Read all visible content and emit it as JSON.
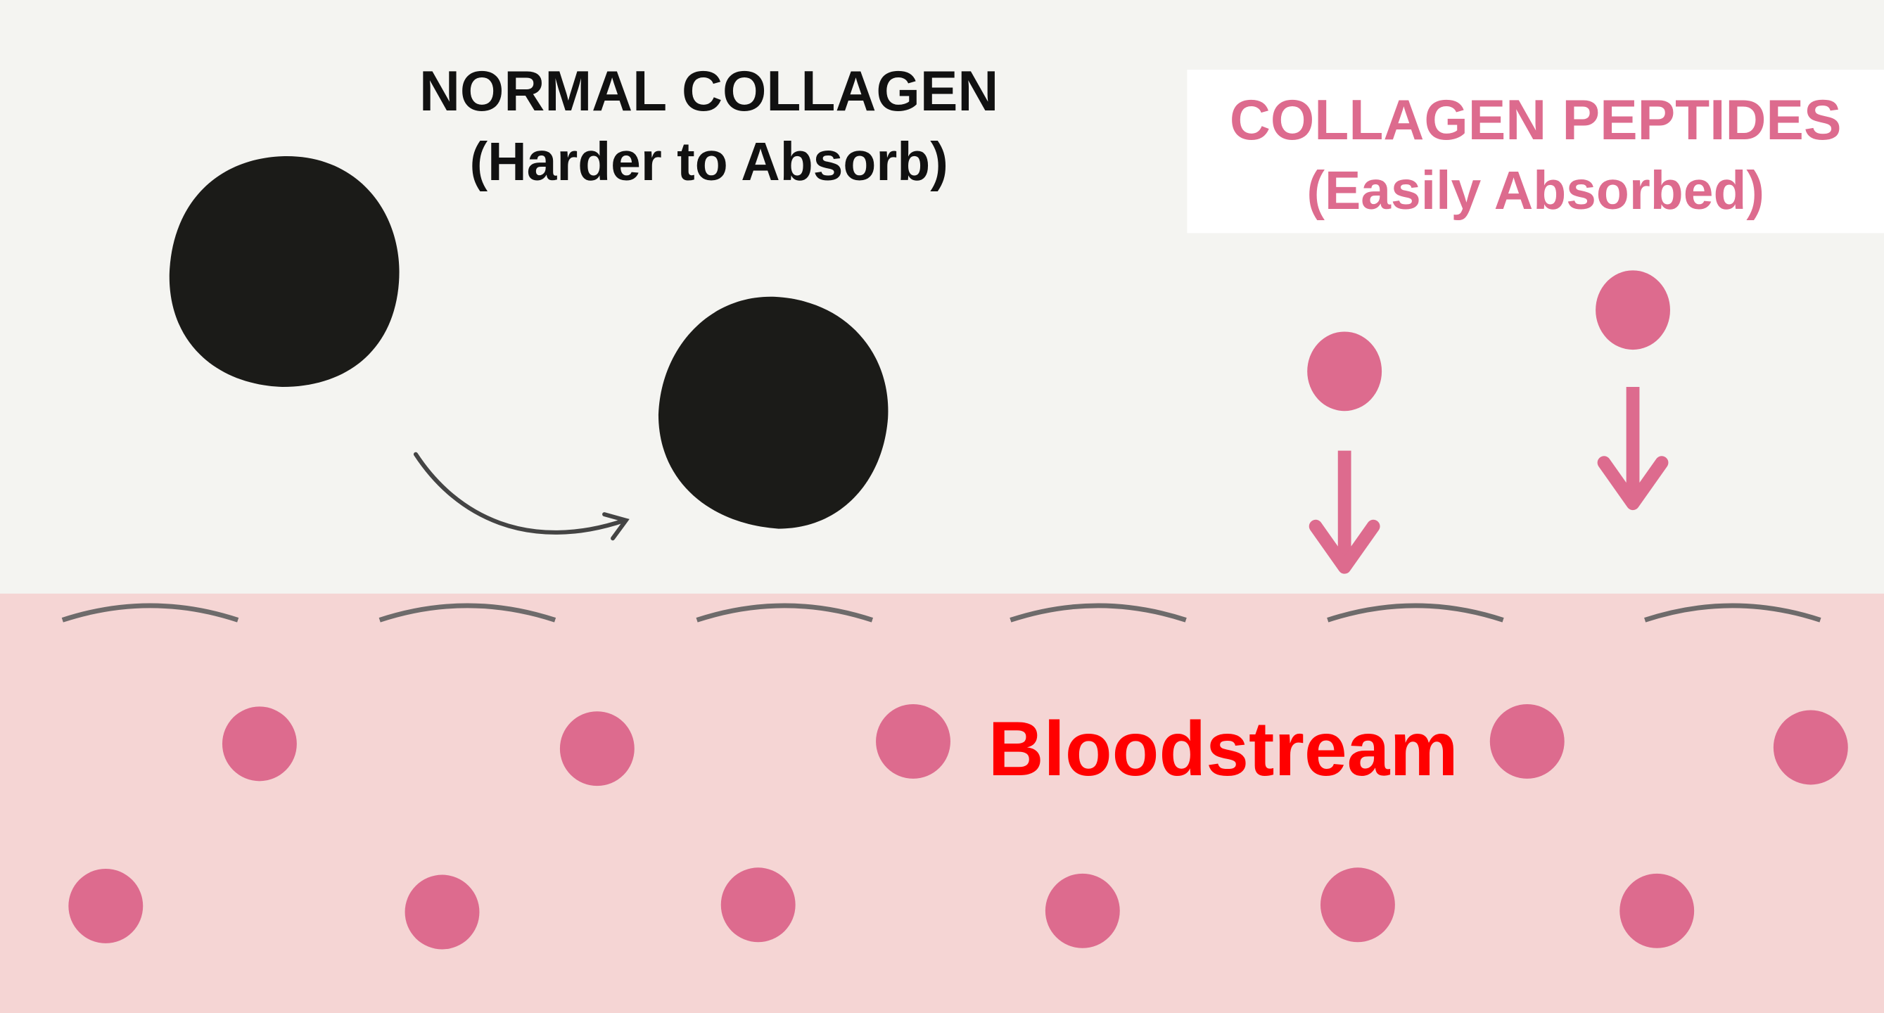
{
  "normal": {
    "title": "NORMAL COLLAGEN",
    "subtitle": "(Harder to Absorb)",
    "color": "#1b1b18"
  },
  "peptides": {
    "title": "COLLAGEN PEPTIDES",
    "subtitle": "(Easily Absorbed)",
    "color": "#dd6b8e"
  },
  "bloodstream": {
    "label": "Bloodstream",
    "color": "#ff0000",
    "background": "#f5d5d4"
  },
  "colors": {
    "background": "#f4f4f1",
    "arrow": "#444444",
    "membrane": "#6e6b6b"
  }
}
